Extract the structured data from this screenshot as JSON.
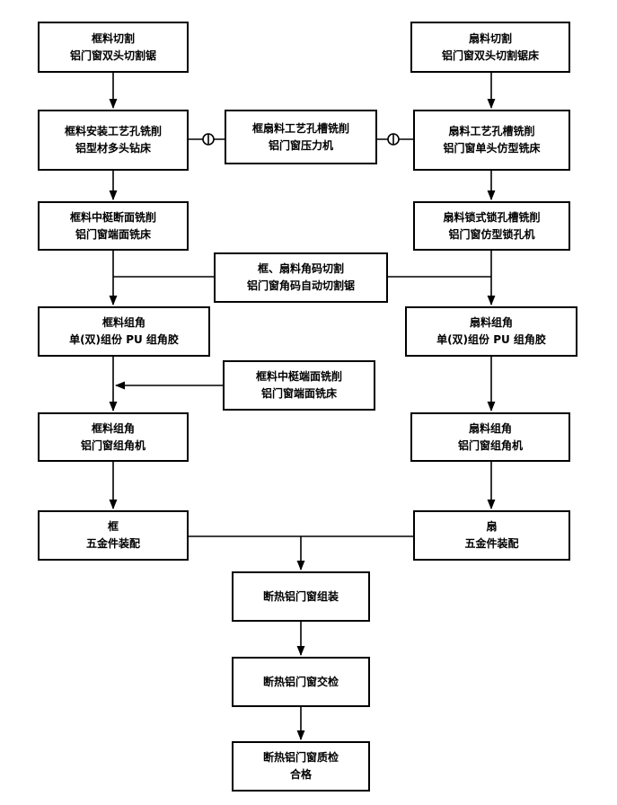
{
  "nodes": {
    "frame_cut": {
      "lines": [
        "框料切割",
        "铝门窗双头切割锯"
      ]
    },
    "sash_cut": {
      "lines": [
        "扇料切割",
        "铝门窗双头切割锯床"
      ]
    },
    "frame_drill": {
      "lines": [
        "框料安装工艺孔铣削",
        "铝型材多头钻床"
      ]
    },
    "frame_sash_slot": {
      "lines": [
        "框扇料工艺孔槽铣削",
        "铝门窗压力机"
      ]
    },
    "sash_slot": {
      "lines": [
        "扇料工艺孔槽铣削",
        "铝门窗单头仿型铣床"
      ]
    },
    "frame_mullion": {
      "lines": [
        "框料中梃断面铣削",
        "铝门窗端面铣床"
      ]
    },
    "sash_lock": {
      "lines": [
        "扇料锁式锁孔槽铣削",
        "铝门窗仿型锁孔机"
      ]
    },
    "corner_cut": {
      "lines": [
        "框、扇料角码切割",
        "铝门窗角码自动切割锯"
      ]
    },
    "frame_corner_glue": {
      "lines": [
        "框料组角",
        "单(双)组份 PU 组角胶"
      ]
    },
    "sash_corner_glue": {
      "lines": [
        "扇料组角",
        "单(双)组份 PU 组角胶"
      ]
    },
    "frame_mullion_end": {
      "lines": [
        "框料中梃端面铣削",
        "铝门窗端面铣床"
      ]
    },
    "frame_corner_machine": {
      "lines": [
        "框料组角",
        "铝门窗组角机"
      ]
    },
    "sash_corner_machine": {
      "lines": [
        "扇料组角",
        "铝门窗组角机"
      ]
    },
    "frame_hardware": {
      "lines": [
        "框",
        "五金件装配"
      ]
    },
    "sash_hardware": {
      "lines": [
        "扇",
        "五金件装配"
      ]
    },
    "assembly": {
      "lines": [
        "断热铝门窗组装"
      ]
    },
    "inspection": {
      "lines": [
        "断热铝门窗交检"
      ]
    },
    "qualified": {
      "lines": [
        "断热铝门窗质检",
        "合格"
      ]
    }
  }
}
